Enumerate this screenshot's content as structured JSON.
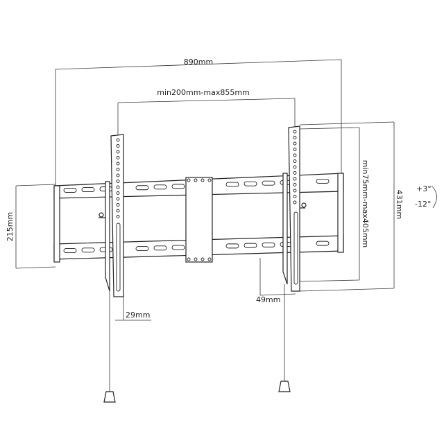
{
  "dimensions": {
    "overall_width": "890mm",
    "arm_spacing": "min200mm-max855mm",
    "rail_height": "215mm",
    "overall_height": "431mm",
    "vertical_mount_range": "min75mm-max405mm",
    "tilt_up": "+3°",
    "tilt_down": "-12°",
    "wall_depth": "49mm",
    "arm_width": "29mm"
  }
}
